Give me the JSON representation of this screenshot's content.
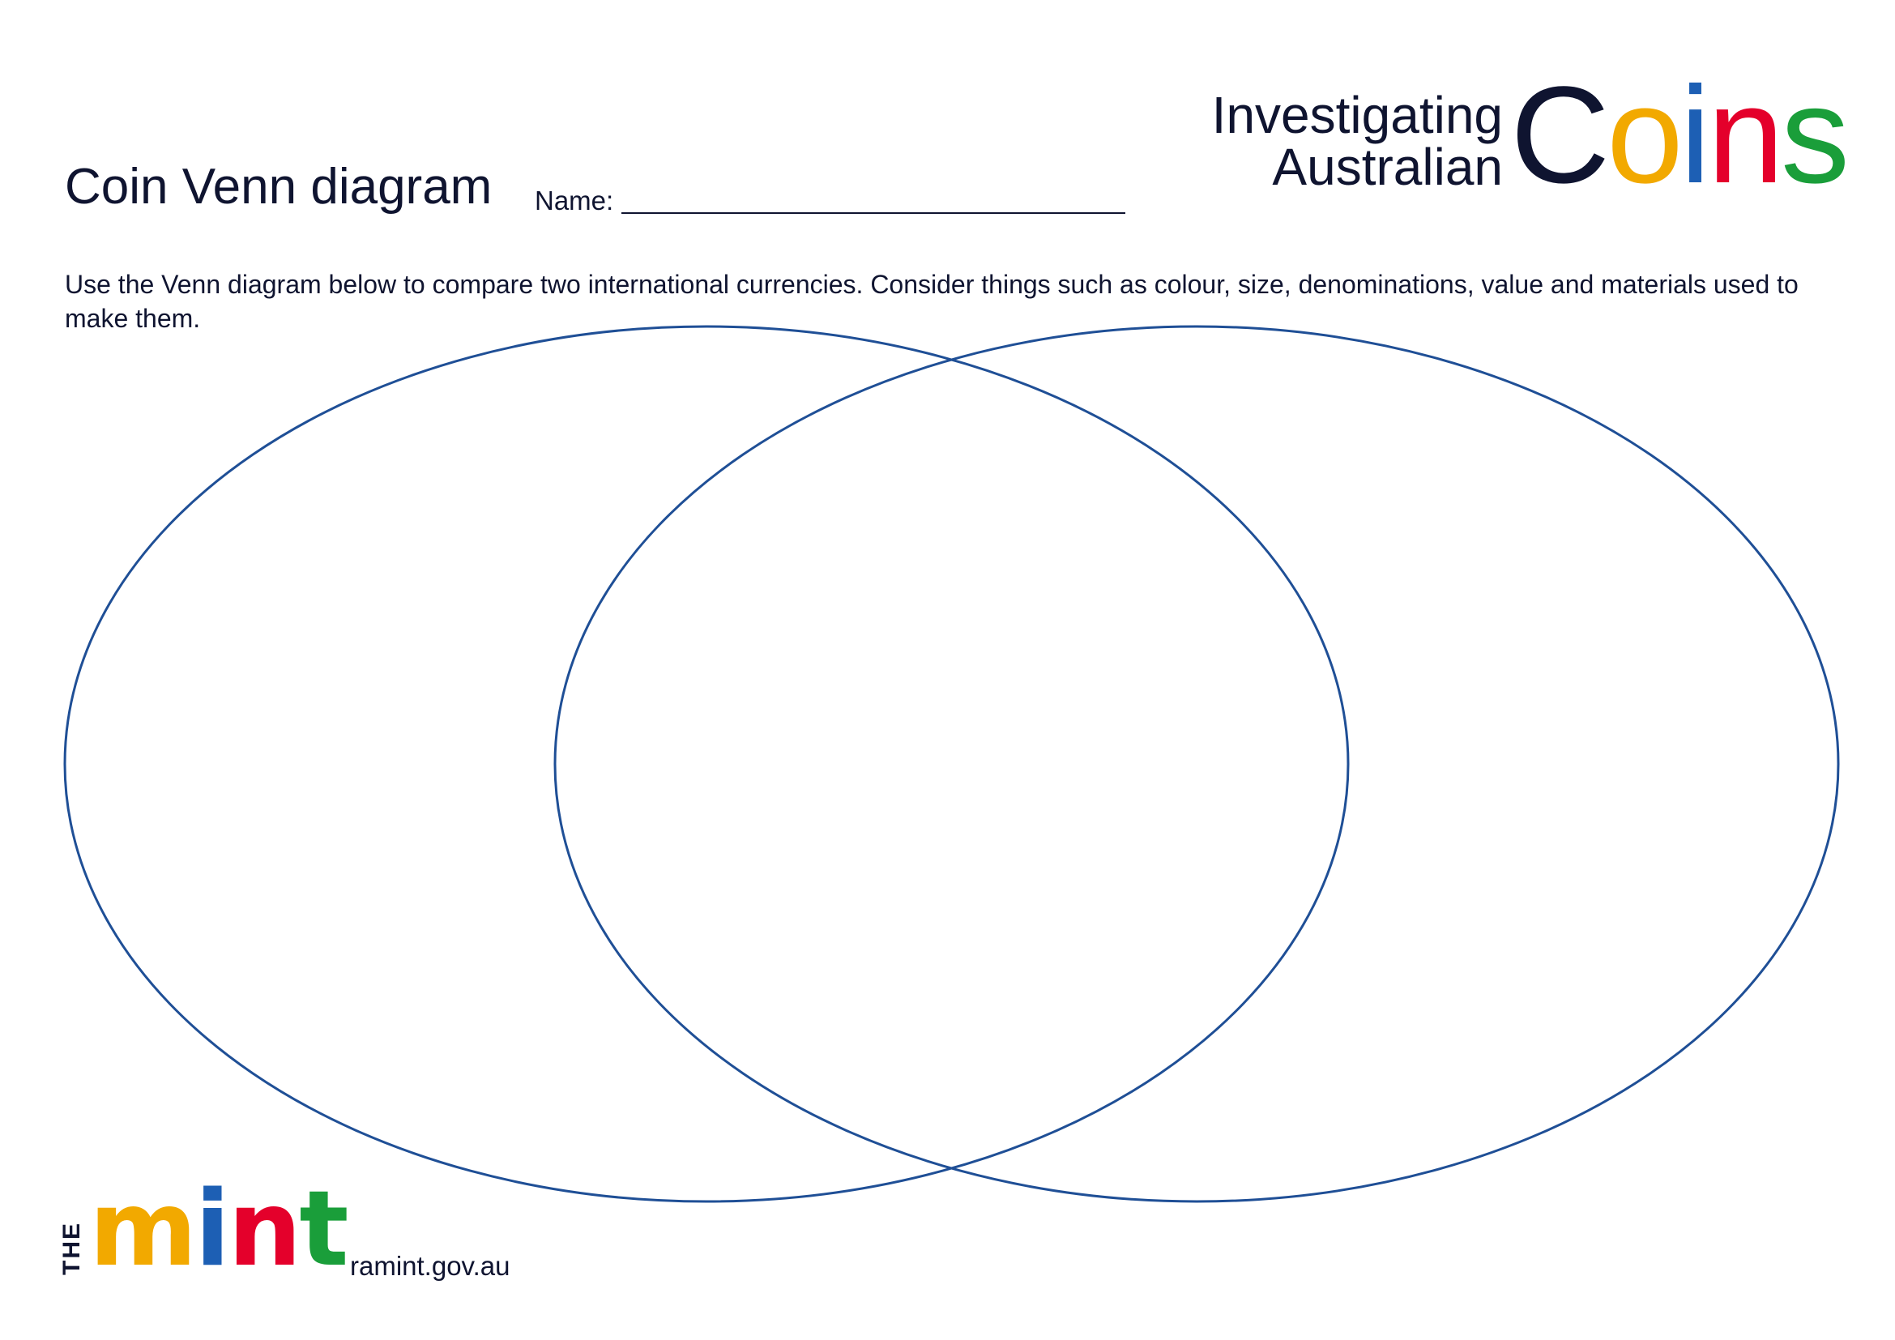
{
  "header": {
    "title": "Coin Venn diagram",
    "name_label": "Name:"
  },
  "brand": {
    "line1": "Investigating",
    "line2": "Australian",
    "coins_letters": [
      "C",
      "o",
      "i",
      "n",
      "s"
    ]
  },
  "colors": {
    "ink": "#0f1430",
    "venn_stroke": "#1f4f96",
    "yellow": "#f2a900",
    "blue": "#1d5fb4",
    "red": "#e4002b",
    "green": "#1a9e3a"
  },
  "instructions": "Use the Venn diagram below to compare two international currencies. Consider things such as colour, size, denominations, value and materials used to make them.",
  "footer": {
    "logo_the": "THE",
    "logo_letters": [
      "m",
      "i",
      "n",
      "t"
    ],
    "url": "ramint.gov.au"
  }
}
